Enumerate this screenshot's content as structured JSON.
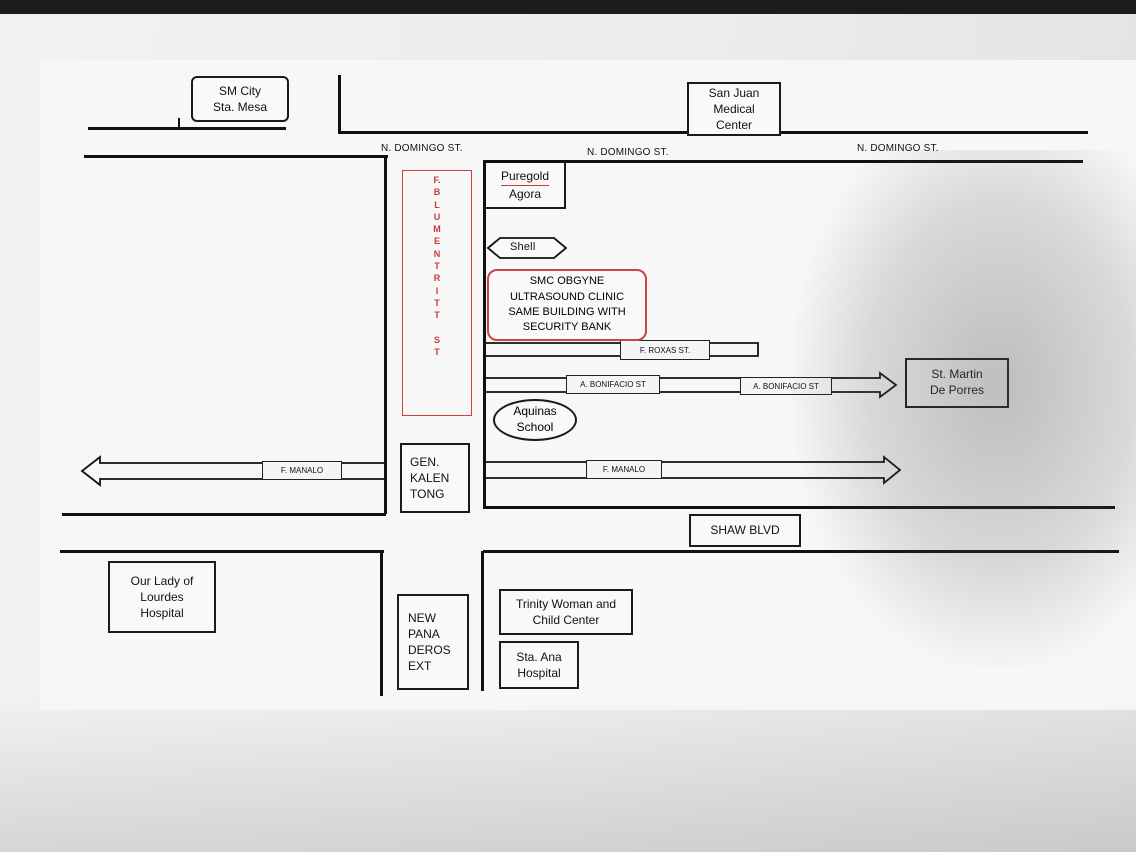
{
  "places": {
    "sm_city": [
      "SM City",
      "Sta. Mesa"
    ],
    "san_juan": [
      "San Juan",
      "Medical",
      "Center"
    ],
    "puregold": [
      "Puregold",
      "Agora"
    ],
    "shell": "Shell",
    "obgyne": [
      "SMC OBGYNE",
      "ULTRASOUND CLINIC",
      "SAME BUILDING WITH",
      "SECURITY BANK"
    ],
    "st_martin": [
      "St. Martin",
      "De Porres"
    ],
    "aquinas": [
      "Aquinas",
      "School"
    ],
    "gen_kalentong": [
      "GEN.",
      "KALEN",
      "TONG"
    ],
    "our_lady": [
      "Our Lady of",
      "Lourdes",
      "Hospital"
    ],
    "new_panaderos": [
      "NEW",
      "PANA",
      "DEROS",
      "EXT"
    ],
    "trinity": [
      "Trinity Woman and",
      "Child Center"
    ],
    "sta_ana": [
      "Sta. Ana",
      "Hospital"
    ]
  },
  "streets": {
    "n_domingo": "N. DOMINGO ST.",
    "f_roxas": "F. ROXAS ST.",
    "a_bonifacio": "A. BONIFACIO ST",
    "f_manalo": "F. MANALO",
    "shaw": "SHAW BLVD",
    "blumentritt": [
      "F.",
      "B",
      "L",
      "U",
      "M",
      "E",
      "N",
      "T",
      "R",
      "I",
      "T",
      "T",
      "",
      "S",
      "T"
    ]
  },
  "colors": {
    "ink": "#111111",
    "accent_red": "#c83a3a",
    "paper": "#f7f7f7"
  }
}
